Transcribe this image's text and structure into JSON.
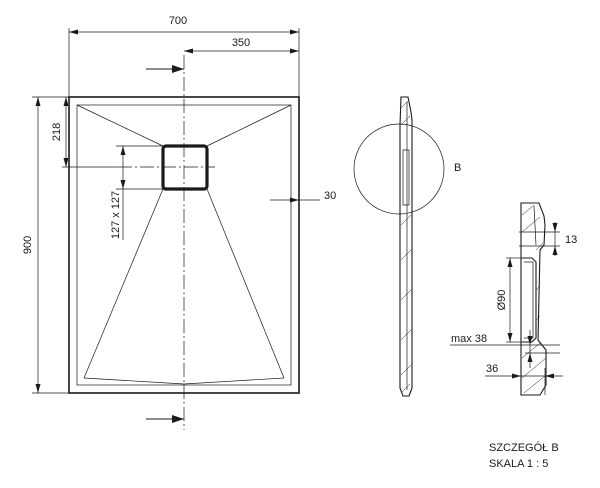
{
  "dimensions": {
    "width_total": "700",
    "width_half": "350",
    "height_total": "900",
    "drain_offset": "218",
    "drain_size": "127 x 127",
    "rim_width": "30",
    "detail_13": "13",
    "detail_diameter": "Ø90",
    "detail_max": "max 38",
    "detail_36": "36"
  },
  "detail_marker": "B",
  "caption": {
    "line1": "SZCZEGÓŁ B",
    "line2": "SKALA 1 : 5"
  },
  "colors": {
    "line": "#1a1a1a",
    "background": "#ffffff"
  }
}
